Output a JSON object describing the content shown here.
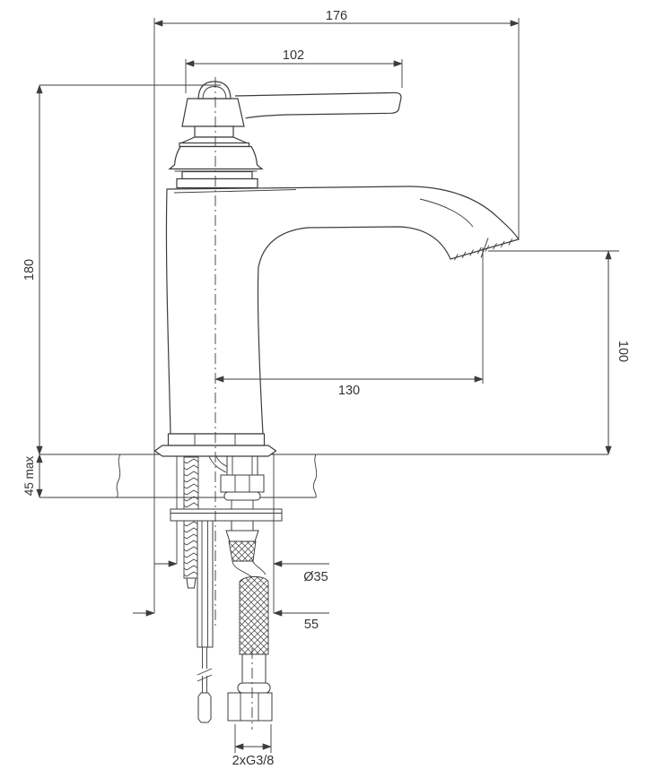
{
  "drawing": {
    "subject": "Single-lever basin mixer tap — side elevation installation dimension drawing",
    "units": "mm",
    "labels": {
      "overall_width": "176",
      "handle_length": "102",
      "total_height": "180",
      "spout_height": "100",
      "spout_reach": "130",
      "deck_thickness_max": "45 max",
      "hole_diameter": "Ø35",
      "base_depth": "55",
      "hose_connection": "2xG3/8"
    },
    "colors": {
      "line": "#3c3c3c",
      "text": "#333333",
      "background": "#ffffff"
    }
  }
}
